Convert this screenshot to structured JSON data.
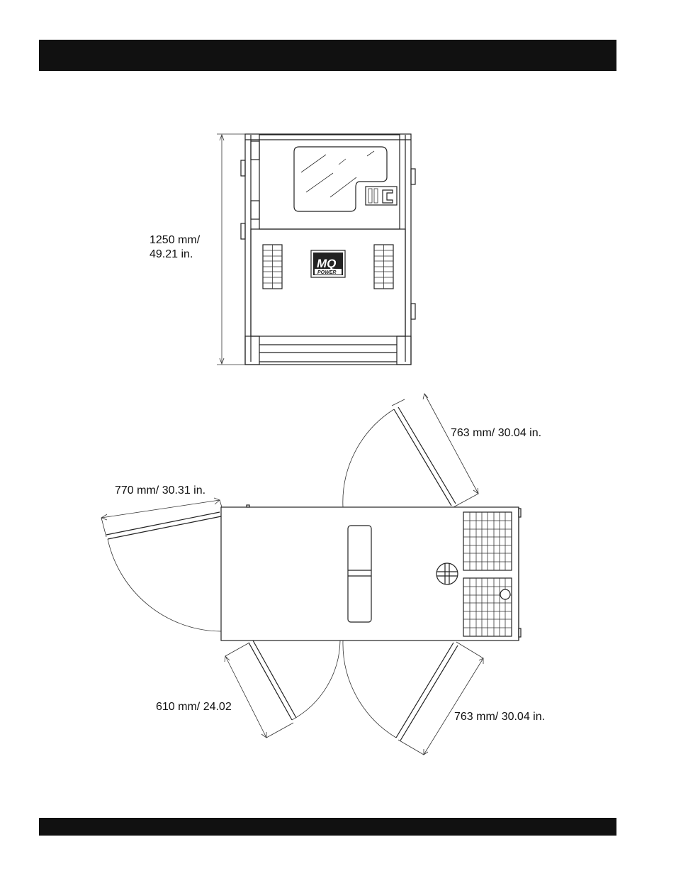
{
  "front_view": {
    "height_label_line1": "1250 mm/",
    "height_label_line2": "49.21 in.",
    "logo_text_main": "MQ",
    "logo_text_sub": "POWER"
  },
  "top_view": {
    "door_top_right_label": "763 mm/ 30.04 in.",
    "door_left_label": "770 mm/ 30.31 in.",
    "door_bottom_left_label": "610 mm/ 24.02",
    "door_bottom_right_label": "763 mm/ 30.04 in."
  }
}
